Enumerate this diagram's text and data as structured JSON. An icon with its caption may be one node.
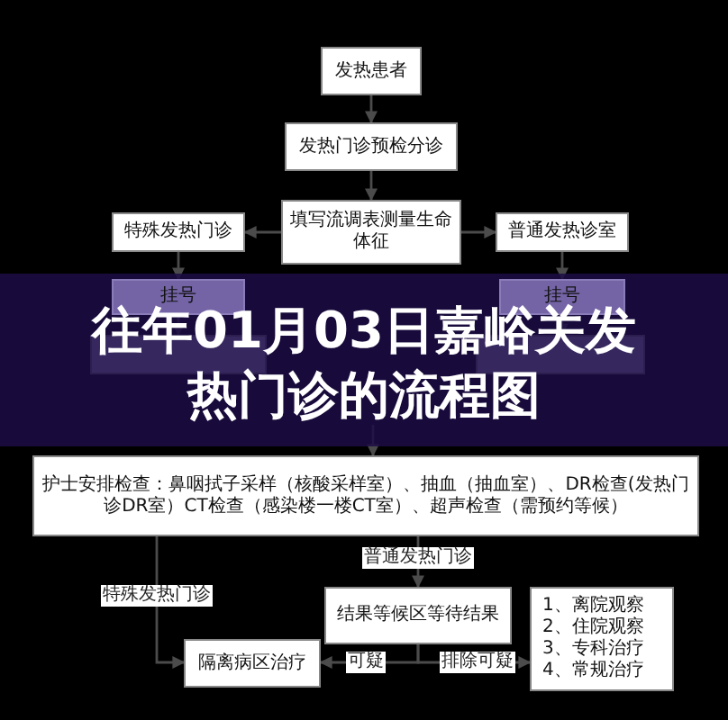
{
  "diagram": {
    "title": "往年01月03日嘉峪关发热门诊的流程图",
    "nodes": [
      {
        "text": [
          "发热患者"
        ]
      },
      {
        "text": [
          "发热门诊预检分诊"
        ]
      },
      {
        "text": [
          "填写流调表测量生命体征"
        ]
      },
      {
        "text": [
          "特殊发热门诊"
        ]
      },
      {
        "text": [
          "普通发热诊室"
        ]
      },
      {
        "text": [
          "挂号"
        ]
      },
      {
        "text": [],
        "shape": "box"
      },
      {
        "text": [
          "挂号"
        ]
      },
      {
        "text": [],
        "shape": "box"
      },
      {
        "text": [
          "护士安排检查：鼻咽拭子采样（核酸采样室）、抽血（抽血室）、DR检查(发热门诊DR室）CT检查（感染楼一楼CT室）、超声检查（需预约等候）"
        ]
      },
      {
        "text": [
          "结果等候区等待结果"
        ]
      },
      {
        "text": [
          "隔离病区治疗"
        ]
      },
      {
        "text": [
          "1、离院观察",
          "2、住院观察",
          "3、专科治疗",
          "4、常规治疗"
        ]
      }
    ],
    "edges": [
      {
        "from": 0,
        "to": 1,
        "arrow": "to"
      },
      {
        "from": 1,
        "to": 2,
        "arrow": "to"
      },
      {
        "from": 2,
        "to": 3,
        "arrow": "to"
      },
      {
        "from": 2,
        "to": 4,
        "arrow": "to"
      },
      {
        "from": 3,
        "to": 5,
        "arrow": "to"
      },
      {
        "from": 4,
        "to": 7,
        "arrow": "to"
      },
      {
        "from": 5,
        "to": 6,
        "arrow": "to"
      },
      {
        "from": 7,
        "to": 8,
        "arrow": "to"
      },
      {
        "from": null,
        "to": 9,
        "arrow": "to"
      },
      {
        "from": 9,
        "to": 11,
        "arrow": "to",
        "label": "特殊发热门诊"
      },
      {
        "from": 9,
        "to": 10,
        "arrow": "to",
        "label": "普通发热门诊"
      },
      {
        "from": 10,
        "to": 11,
        "arrow": "to",
        "label": "可疑"
      },
      {
        "from": 10,
        "to": 12,
        "arrow": "to",
        "label": "排除可疑"
      }
    ]
  }
}
